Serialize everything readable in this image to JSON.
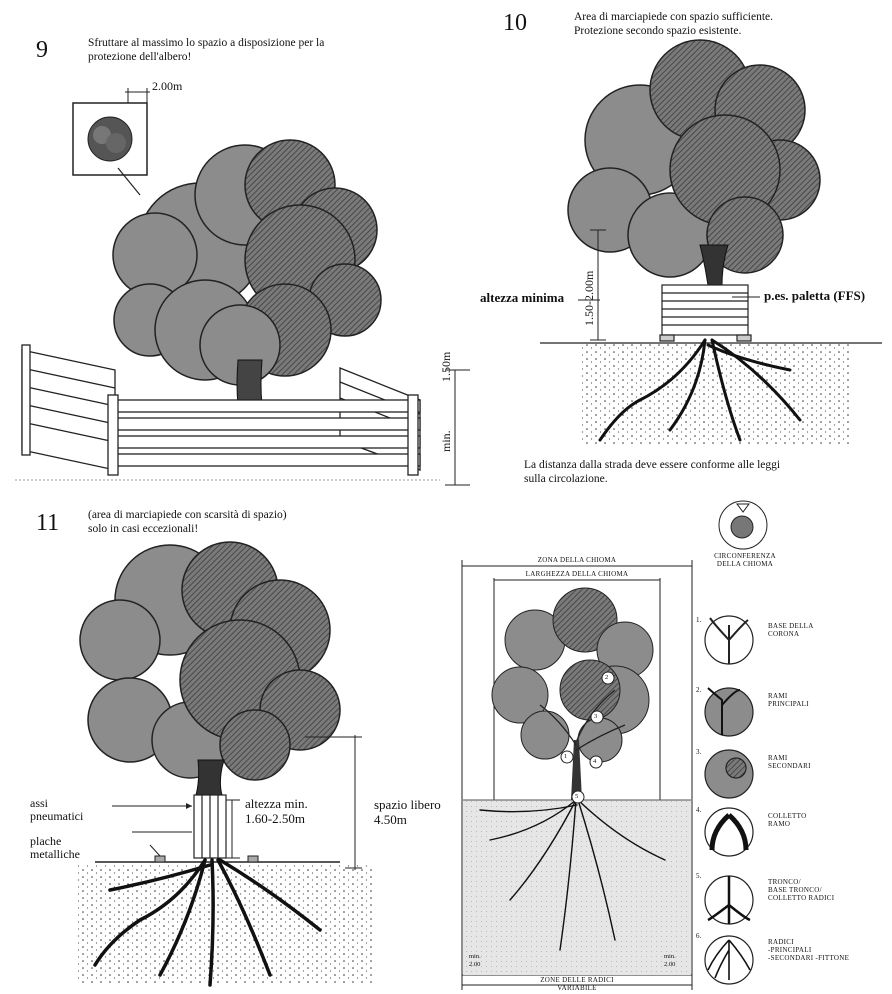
{
  "panel9": {
    "number": "9",
    "caption_line1": "Sfruttare al massimo lo spazio a disposizione per la",
    "caption_line2": "protezione dell'albero!",
    "dim_top": "2.00m",
    "dim_height": "1.50m",
    "dim_min": "min."
  },
  "panel10": {
    "number": "10",
    "caption_line1": "Area di marciapiede con spazio sufficiente.",
    "caption_line2": "Protezione secondo spazio esistente.",
    "label_height": "altezza minima",
    "dim_height": "1.50-2.00m",
    "label_pallet": "p.es. paletta (FFS)",
    "note_line1": "La distanza dalla strada deve essere conforme alle leggi",
    "note_line2": "sulla circolazione."
  },
  "panel11": {
    "number": "11",
    "caption_line1": "(area di marciapiede con scarsità di spazio)",
    "caption_line2": "solo in casi  eccezionali!",
    "label_tires_1": "assi",
    "label_tires_2": "pneumatici",
    "label_plates_1": "plache",
    "label_plates_2": "metalliche",
    "label_height_1": "altezza min.",
    "label_height_2": "1.60-2.50m",
    "label_free_1": "spazio libero",
    "label_free_2": "4.50m"
  },
  "panel12": {
    "zone_crown": "ZONA DELLA CHIOMA",
    "crown_width": "LARGHEZZA DELLA CHIOMA",
    "zone_roots_1": "ZONE DELLE RADICI",
    "zone_roots_2": "VARIABILE",
    "circ_1": "CIRCONFERENZA",
    "circ_2": "DELLA CHIOMA",
    "side_left": "min. 2.00",
    "side_right": "min. 2.00",
    "parts": [
      {
        "n": "1.",
        "l1": "BASE DELLA",
        "l2": "CORONA",
        "l3": ""
      },
      {
        "n": "2.",
        "l1": "RAMI",
        "l2": "PRINCIPALI",
        "l3": ""
      },
      {
        "n": "3.",
        "l1": "RAMI",
        "l2": "SECONDARI",
        "l3": ""
      },
      {
        "n": "4.",
        "l1": "COLLETTO",
        "l2": "RAMO",
        "l3": ""
      },
      {
        "n": "5.",
        "l1": "TRONCO/",
        "l2": "BASE TRONCO/",
        "l3": "COLLETTO RADICI"
      },
      {
        "n": "6.",
        "l1": "RADICI",
        "l2": "-PRINCIPALI",
        "l3": "-SECONDARI -FITTONE"
      }
    ],
    "markers": [
      "1",
      "2",
      "3",
      "4",
      "5"
    ]
  }
}
